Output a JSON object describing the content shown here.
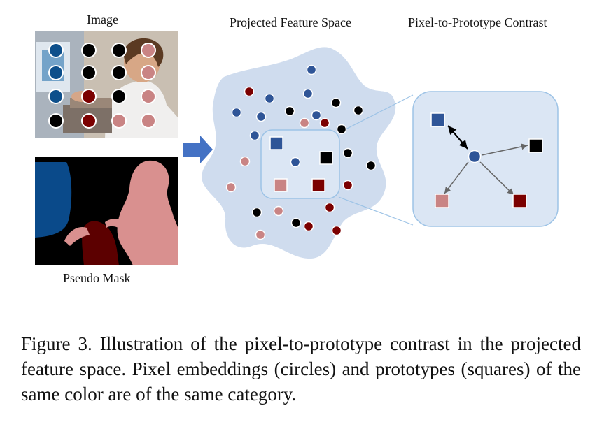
{
  "figure": {
    "labels": {
      "image": "Image",
      "projected_feature_space": "Projected Feature Space",
      "pixel_to_prototype": "Pixel-to-Prototype Contrast",
      "pseudo_mask": "Pseudo Mask"
    },
    "colors": {
      "blue": "#2f5597",
      "black": "#000000",
      "dark_red": "#7b0000",
      "pink": "#c98484",
      "mask_blue": "#0a4a8a",
      "mask_pink": "#d9908f",
      "mask_darkred": "#5c0000",
      "cloud": "#cfdcee",
      "panel": "#dbe6f4",
      "arrow": "#4472c4"
    }
  },
  "caption": {
    "text": "Figure 3. Illustration of the pixel-to-prototype contrast in the projected feature space. Pixel embeddings (circles) and prototypes (squares) of the same color are of the same category."
  }
}
